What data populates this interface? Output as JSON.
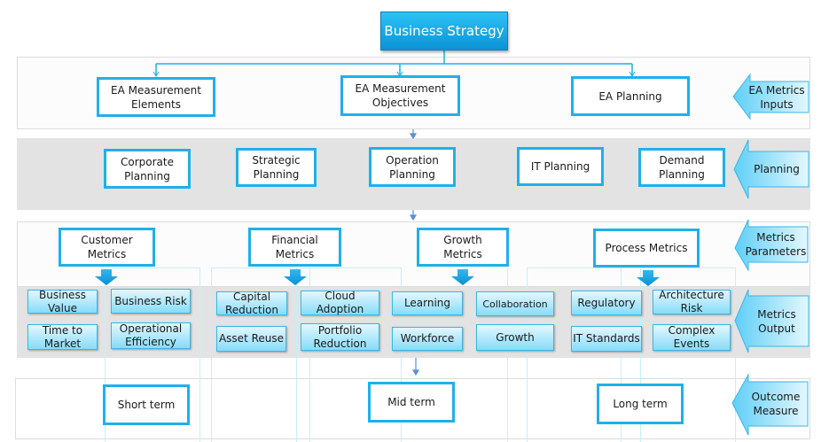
{
  "colors": {
    "accent": "#1fb0ea",
    "title_bg": "#0a93d6",
    "chip_bg": "#86dcfa",
    "band_gray": "#e3e3e3"
  },
  "title": "Business Strategy",
  "layers": {
    "inputs": {
      "side_label": "EA Metrics Inputs",
      "items": [
        "EA Measurement Elements",
        "EA Measurement Objectives",
        "EA Planning"
      ]
    },
    "planning": {
      "side_label": "Planning",
      "items": [
        "Corporate Planning",
        "Strategic Planning",
        "Operation Planning",
        "IT Planning",
        "Demand Planning"
      ]
    },
    "parameters": {
      "side_label": "Metrics Parameters",
      "items": [
        "Customer Metrics",
        "Financial Metrics",
        "Growth Metrics",
        "Process Metrics"
      ]
    },
    "output": {
      "side_label": "Metrics Output",
      "groups": [
        {
          "name": "Customer",
          "items": [
            "Business Value",
            "Business Risk",
            "Time to Market",
            "Operational Efficiency"
          ]
        },
        {
          "name": "Financial",
          "items": [
            "Capital Reduction",
            "Cloud Adoption",
            "Asset Reuse",
            "Portfolio Reduction"
          ]
        },
        {
          "name": "Growth",
          "items": [
            "Learning",
            "Collaboration",
            "Workforce",
            "Growth"
          ]
        },
        {
          "name": "Process",
          "items": [
            "Regulatory",
            "Architecture Risk",
            "IT Standards",
            "Complex Events"
          ]
        }
      ]
    },
    "outcome": {
      "side_label": "Outcome Measure",
      "items": [
        "Short term",
        "Mid term",
        "Long term"
      ]
    }
  },
  "icons": {
    "side_arrow": "left-arrow-callout-icon",
    "down_arrow": "down-arrow-icon"
  }
}
